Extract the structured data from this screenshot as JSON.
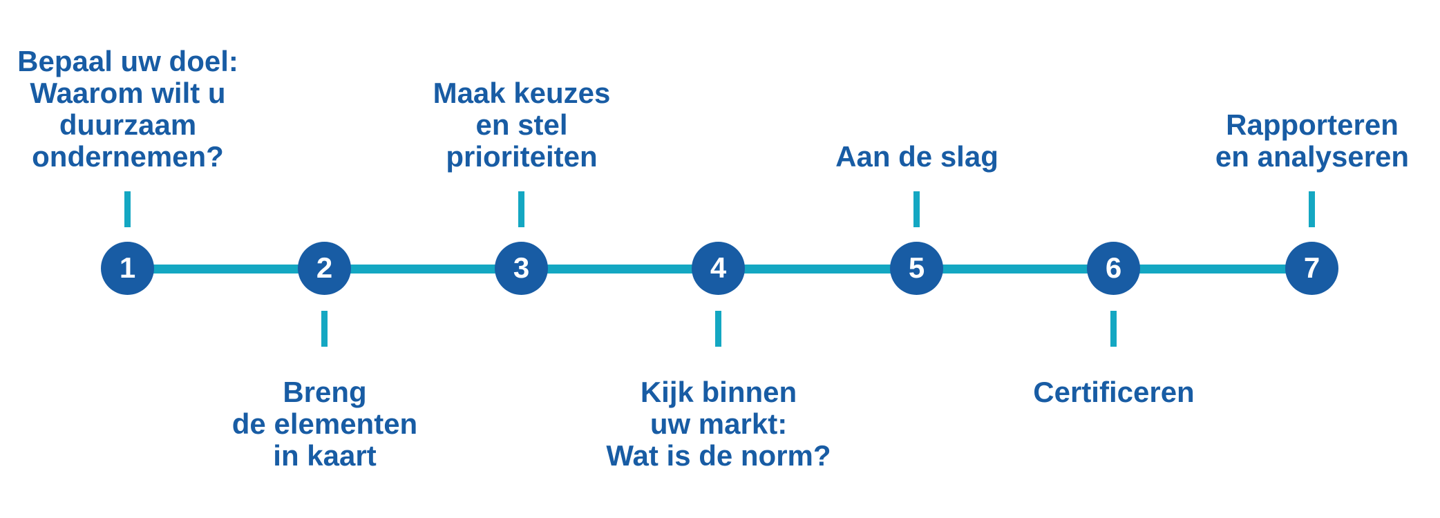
{
  "diagram": {
    "type": "timeline",
    "language": "nl",
    "step_count": 7,
    "colors": {
      "step_circle": "#185ca4",
      "connector_line": "#14a7c2",
      "tick_mark": "#14a7c2",
      "label_text": "#185ca4",
      "step_number_text": "#ffffff",
      "background": "#ffffff"
    },
    "steps": [
      {
        "number": "1",
        "label": "Bepaal uw doel:\nWaarom wilt u\nduurzaam\nondernemen?",
        "label_position": "above"
      },
      {
        "number": "2",
        "label": "Breng\nde elementen\nin kaart",
        "label_position": "below"
      },
      {
        "number": "3",
        "label": "Maak keuzes\nen stel\nprioriteiten",
        "label_position": "above"
      },
      {
        "number": "4",
        "label": "Kijk binnen\nuw markt:\nWat is de norm?",
        "label_position": "below"
      },
      {
        "number": "5",
        "label": "Aan de slag",
        "label_position": "above"
      },
      {
        "number": "6",
        "label": "Certificeren",
        "label_position": "below"
      },
      {
        "number": "7",
        "label": "Rapporteren\nen analyseren",
        "label_position": "above"
      }
    ]
  }
}
